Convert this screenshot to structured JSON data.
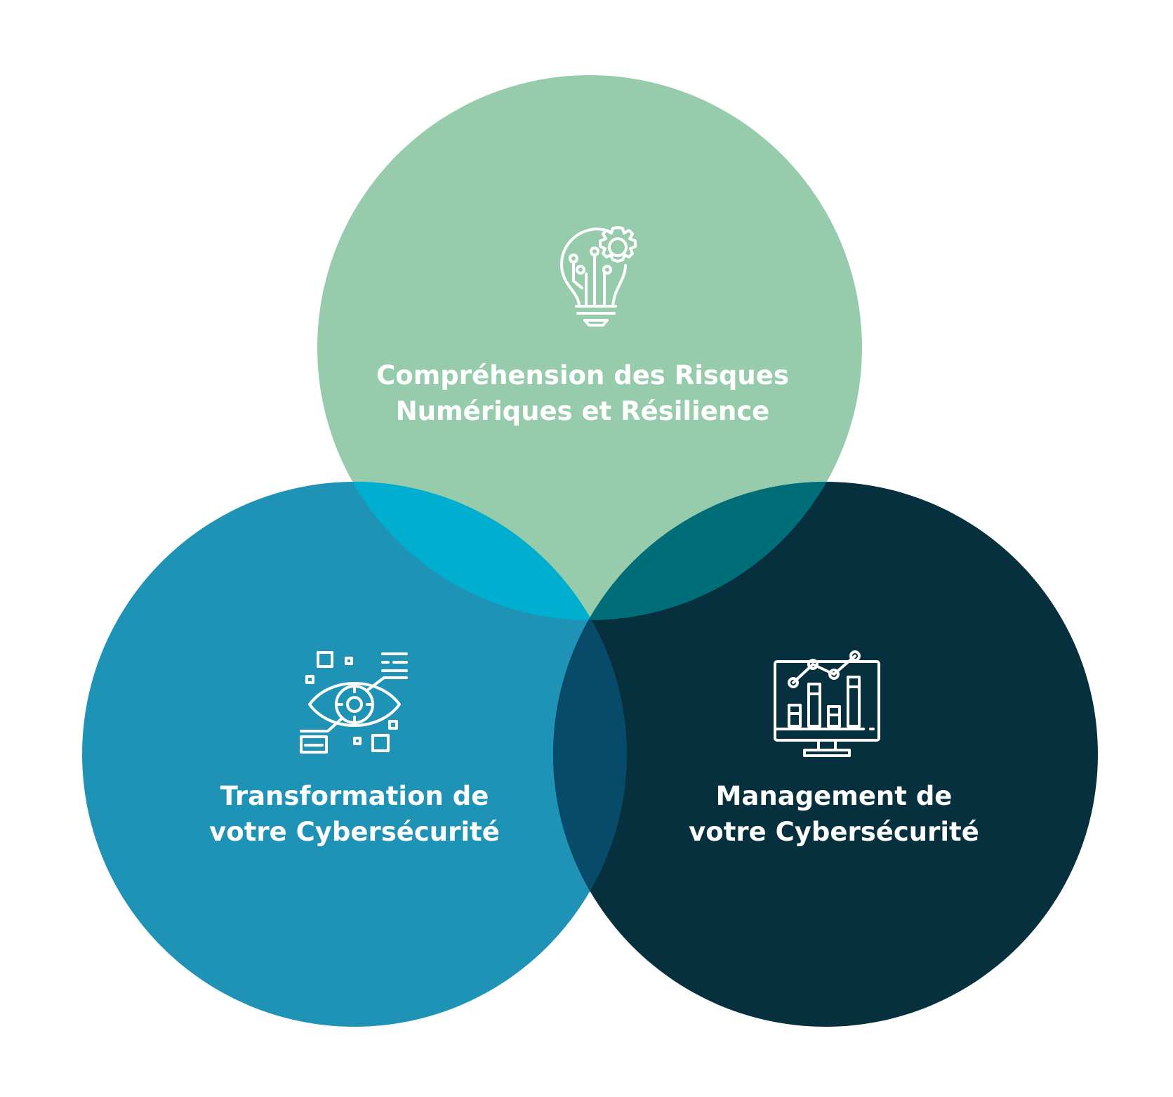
{
  "colors": {
    "background": "#ffffff",
    "top_circle": "#96CCAC",
    "left_circle": "#1F93B6",
    "right_circle": "#06303D",
    "overlap_top_left": "#00AECF",
    "overlap_top_right": "#006E78",
    "overlap_left_right": "#084A6A",
    "text": "#ffffff"
  },
  "circles": [
    {
      "id": "top",
      "icon": "lightbulb-gear-icon",
      "label_lines": [
        "Compréhension des Risques",
        "Numériques et Résilience"
      ]
    },
    {
      "id": "left",
      "icon": "eye-target-icon",
      "label_lines": [
        "Transformation de",
        "votre Cybersécurité"
      ]
    },
    {
      "id": "right",
      "icon": "monitor-chart-icon",
      "label_lines": [
        "Management de",
        "votre Cybersécurité"
      ]
    }
  ]
}
